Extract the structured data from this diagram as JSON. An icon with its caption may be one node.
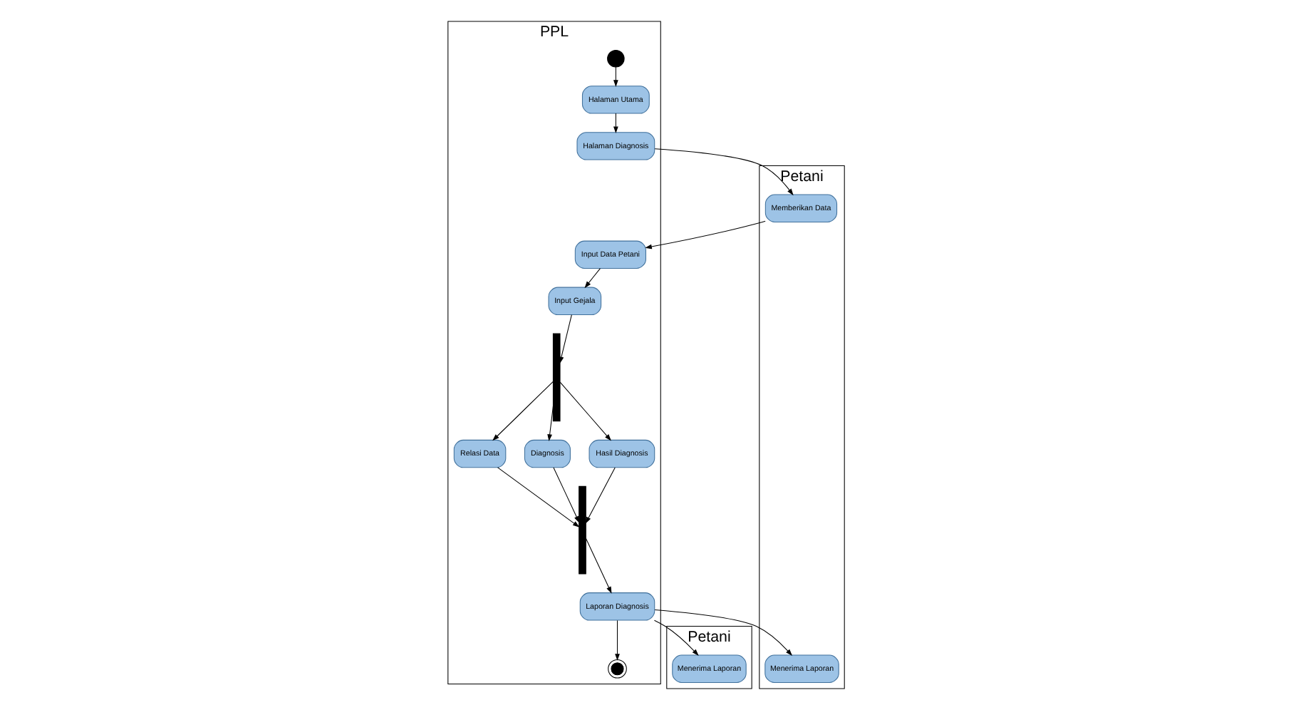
{
  "diagram": {
    "nodes": [
      {
        "text": [
          "Petani"
        ]
      },
      {
        "text": [
          "PPL"
        ]
      },
      {
        "text": [
          "Petani"
        ]
      },
      {
        "text": [],
        "shape": "circle",
        "in": 1
      },
      {
        "text": [
          "Halaman Utama"
        ],
        "in": 1
      },
      {
        "text": [
          "Halaman Diagnosis"
        ],
        "in": 1
      },
      {
        "text": [
          "Memberikan Data"
        ],
        "in": 0
      },
      {
        "text": [
          "Input Data Petani"
        ],
        "in": 1
      },
      {
        "text": [
          "Input Gejala"
        ],
        "in": 1
      },
      {
        "text": [],
        "shape": "bar",
        "in": 1
      },
      {
        "text": [
          "Relasi Data"
        ],
        "in": 1
      },
      {
        "text": [
          "Diagnosis"
        ],
        "in": 1
      },
      {
        "text": [
          "Hasil Diagnosis"
        ],
        "in": 1
      },
      {
        "text": [],
        "shape": "bar",
        "in": 1
      },
      {
        "text": [
          "Laporan Diagnosis"
        ],
        "in": 1
      },
      {
        "text": [
          "Menerima Laporan"
        ],
        "in": 0
      },
      {
        "text": [],
        "shape": "bullseye",
        "in": 1
      },
      {
        "text": [
          "Menerima Laporan"
        ],
        "in": 2
      }
    ],
    "edges": [
      {
        "from": 3,
        "to": 4,
        "arrow": "to"
      },
      {
        "from": 4,
        "to": 5,
        "arrow": "to"
      },
      {
        "from": 5,
        "to": 6,
        "arrow": "to"
      },
      {
        "from": 6,
        "to": 7,
        "arrow": "to"
      },
      {
        "from": 7,
        "to": 8,
        "arrow": "to"
      },
      {
        "from": 8,
        "to": 9,
        "arrow": "to"
      },
      {
        "from": 9,
        "to": 10,
        "arrow": "to"
      },
      {
        "from": 9,
        "to": 11,
        "arrow": "to"
      },
      {
        "from": 9,
        "to": 12,
        "arrow": "to"
      },
      {
        "from": 10,
        "to": 13,
        "arrow": "to"
      },
      {
        "from": 11,
        "to": 13,
        "arrow": "to"
      },
      {
        "from": 12,
        "to": 13,
        "arrow": "to"
      },
      {
        "from": 13,
        "to": 14,
        "arrow": "to"
      },
      {
        "from": 14,
        "to": 15,
        "arrow": "to"
      },
      {
        "from": 14,
        "to": 16,
        "arrow": "to"
      },
      {
        "from": 14,
        "to": 17,
        "arrow": "to"
      }
    ]
  }
}
